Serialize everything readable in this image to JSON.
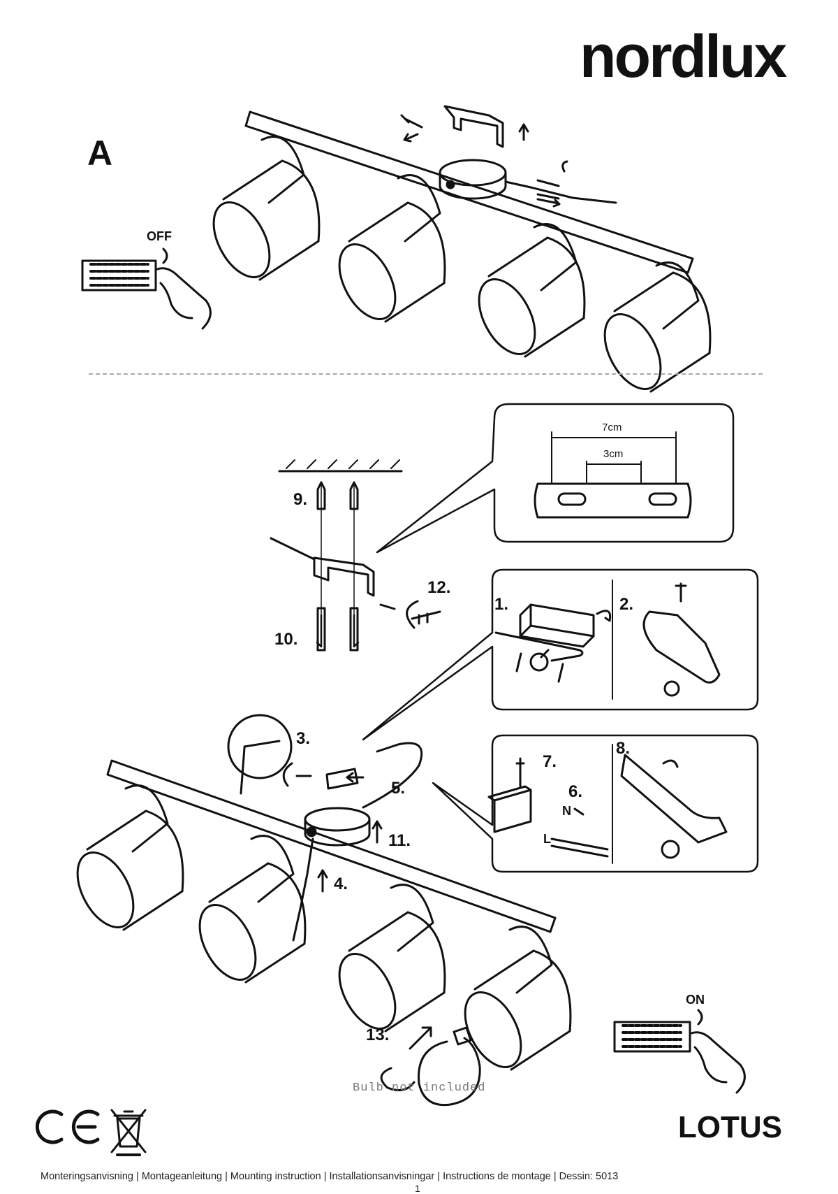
{
  "header": {
    "brand": "nordlux"
  },
  "section": {
    "letter": "A"
  },
  "switches": {
    "off_label": "OFF",
    "on_label": "ON"
  },
  "steps": [
    "1.",
    "2.",
    "3.",
    "4.",
    "5.",
    "6.",
    "7.",
    "8.",
    "9.",
    "10.",
    "11.",
    "12.",
    "13."
  ],
  "terminals": {
    "neutral": "N",
    "live": "L"
  },
  "dimensions": {
    "outer": "7cm",
    "inner": "3cm"
  },
  "bulb_note": "Bulb not included",
  "product_name": "LOTUS",
  "footer": {
    "text": "Monteringsanvisning | Montageanleitung | Mounting instruction | Installationsanvisningar | Instructions de montage | Dessin: 5013",
    "page": "1"
  },
  "marks": [
    "CE",
    "weee-bin-icon"
  ]
}
